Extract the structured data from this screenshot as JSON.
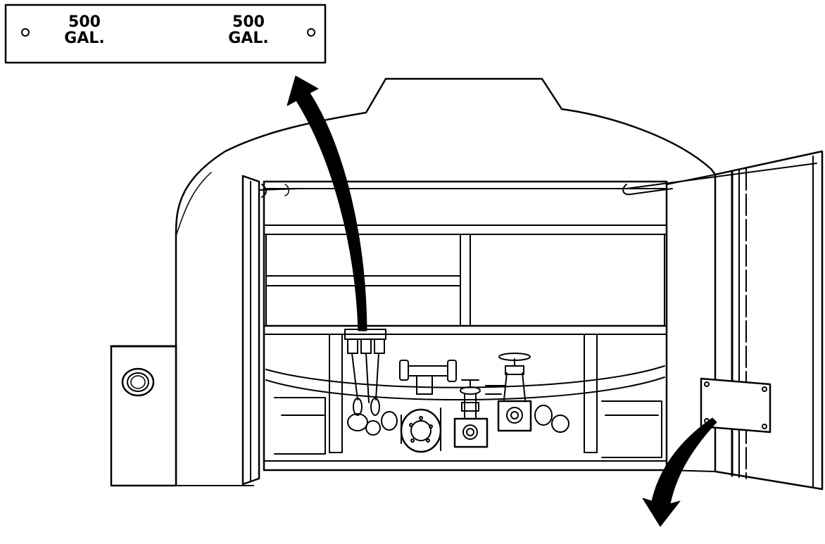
{
  "placard": {
    "left_capacity": "500",
    "left_unit": "GAL.",
    "right_capacity": "500",
    "right_unit": "GAL."
  },
  "colors": {
    "line": "#000000",
    "background": "#ffffff",
    "arrow": "#000000"
  }
}
